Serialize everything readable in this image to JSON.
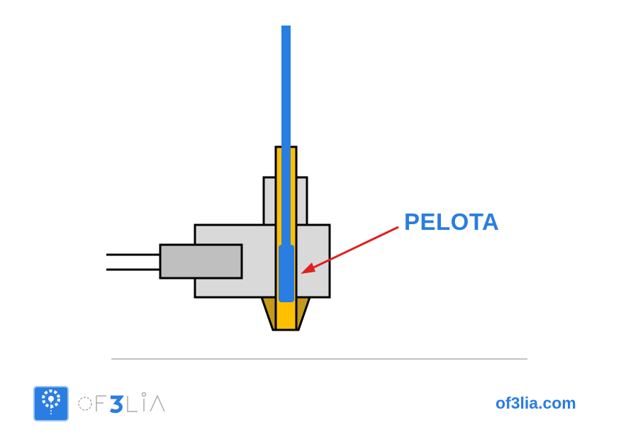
{
  "diagram": {
    "callout_label": "PELOTA",
    "colors": {
      "filament": "#2a7de1",
      "heat_break": "#ffc000",
      "nozzle_side": "#c49a1a",
      "block": "#d9d9d9",
      "cartridge": "#bfbfbf",
      "arrow": "#e02020"
    }
  },
  "footer": {
    "logo_text": "OF3LIA",
    "website": "of3lia.com"
  }
}
